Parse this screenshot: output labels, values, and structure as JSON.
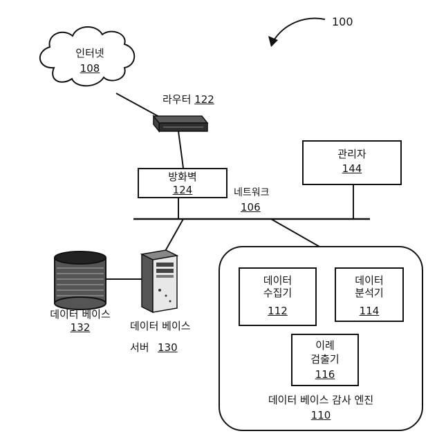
{
  "figure_ref": "100",
  "internet": {
    "label": "인터넷",
    "ref": "108"
  },
  "router": {
    "label": "라우터",
    "ref": "122"
  },
  "firewall": {
    "label": "방화벽",
    "ref": "124"
  },
  "network": {
    "label": "네트워크",
    "ref": "106"
  },
  "admin": {
    "label": "관리자",
    "ref": "144"
  },
  "database": {
    "label": "데이터 베이스",
    "ref": "132"
  },
  "db_server": {
    "label_line1": "데이터 베이스",
    "label_line2": "서버",
    "ref": "130"
  },
  "data_collector": {
    "label_line1": "데이터",
    "label_line2": "수집기",
    "ref": "112"
  },
  "data_analyzer": {
    "label_line1": "데이터",
    "label_line2": "분석기",
    "ref": "114"
  },
  "anomaly_detector": {
    "label_line1": "이례",
    "label_line2": "검출기",
    "ref": "116"
  },
  "audit_engine": {
    "label": "데이터 베이스 감사 엔진",
    "ref": "110"
  }
}
